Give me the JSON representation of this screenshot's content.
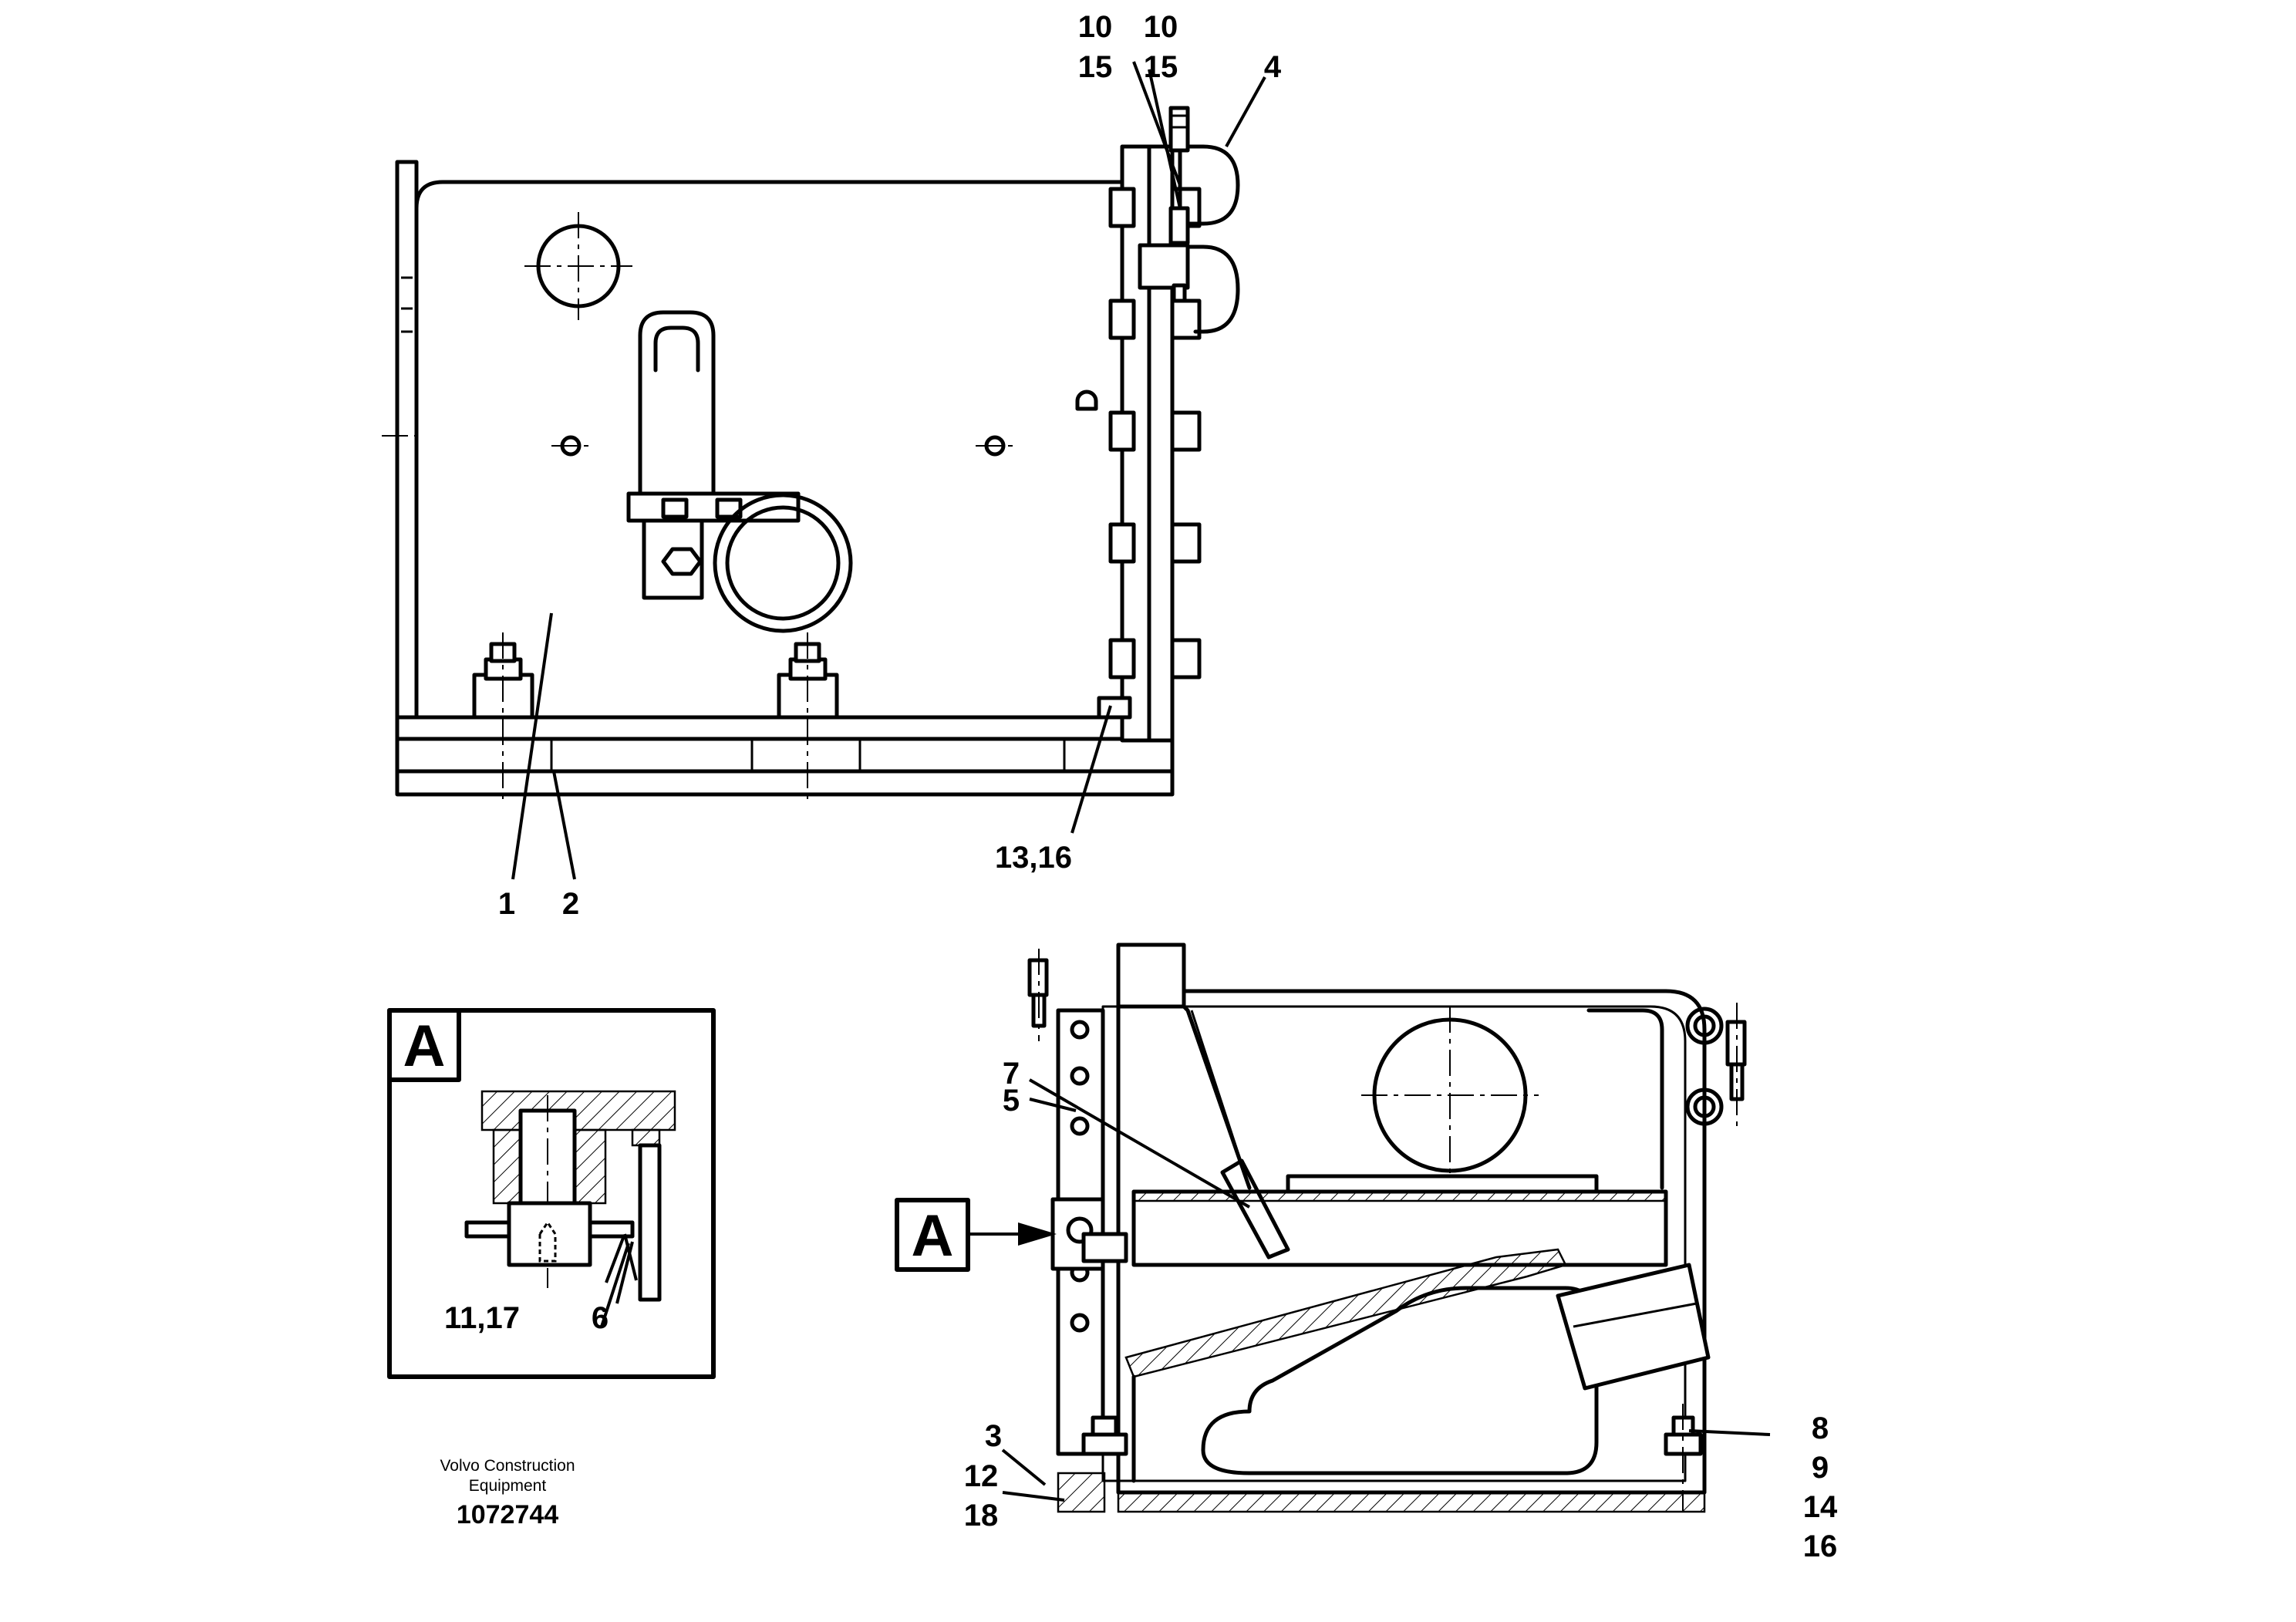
{
  "top_view": {
    "callouts": {
      "c10a": "10",
      "c10b": "10",
      "c15a": "15",
      "c15b": "15",
      "c4": "4",
      "c1": "1",
      "c2": "2",
      "c13_16": "13,16"
    }
  },
  "detail_a": {
    "title": "A",
    "callouts": {
      "c11_17": "11,17",
      "c6": "6"
    }
  },
  "section_view": {
    "view_marker": "A",
    "callouts": {
      "c7": "7",
      "c5": "5",
      "c3": "3",
      "c12": "12",
      "c18": "18",
      "c8": "8",
      "c9": "9",
      "c14": "14",
      "c16": "16"
    }
  },
  "footer": {
    "company_line1": "Volvo Construction",
    "company_line2": "Equipment",
    "drawing_number": "1072744"
  },
  "icons": [
    "bolt-icon",
    "nut-icon",
    "clamp-icon",
    "view-arrow-icon"
  ]
}
